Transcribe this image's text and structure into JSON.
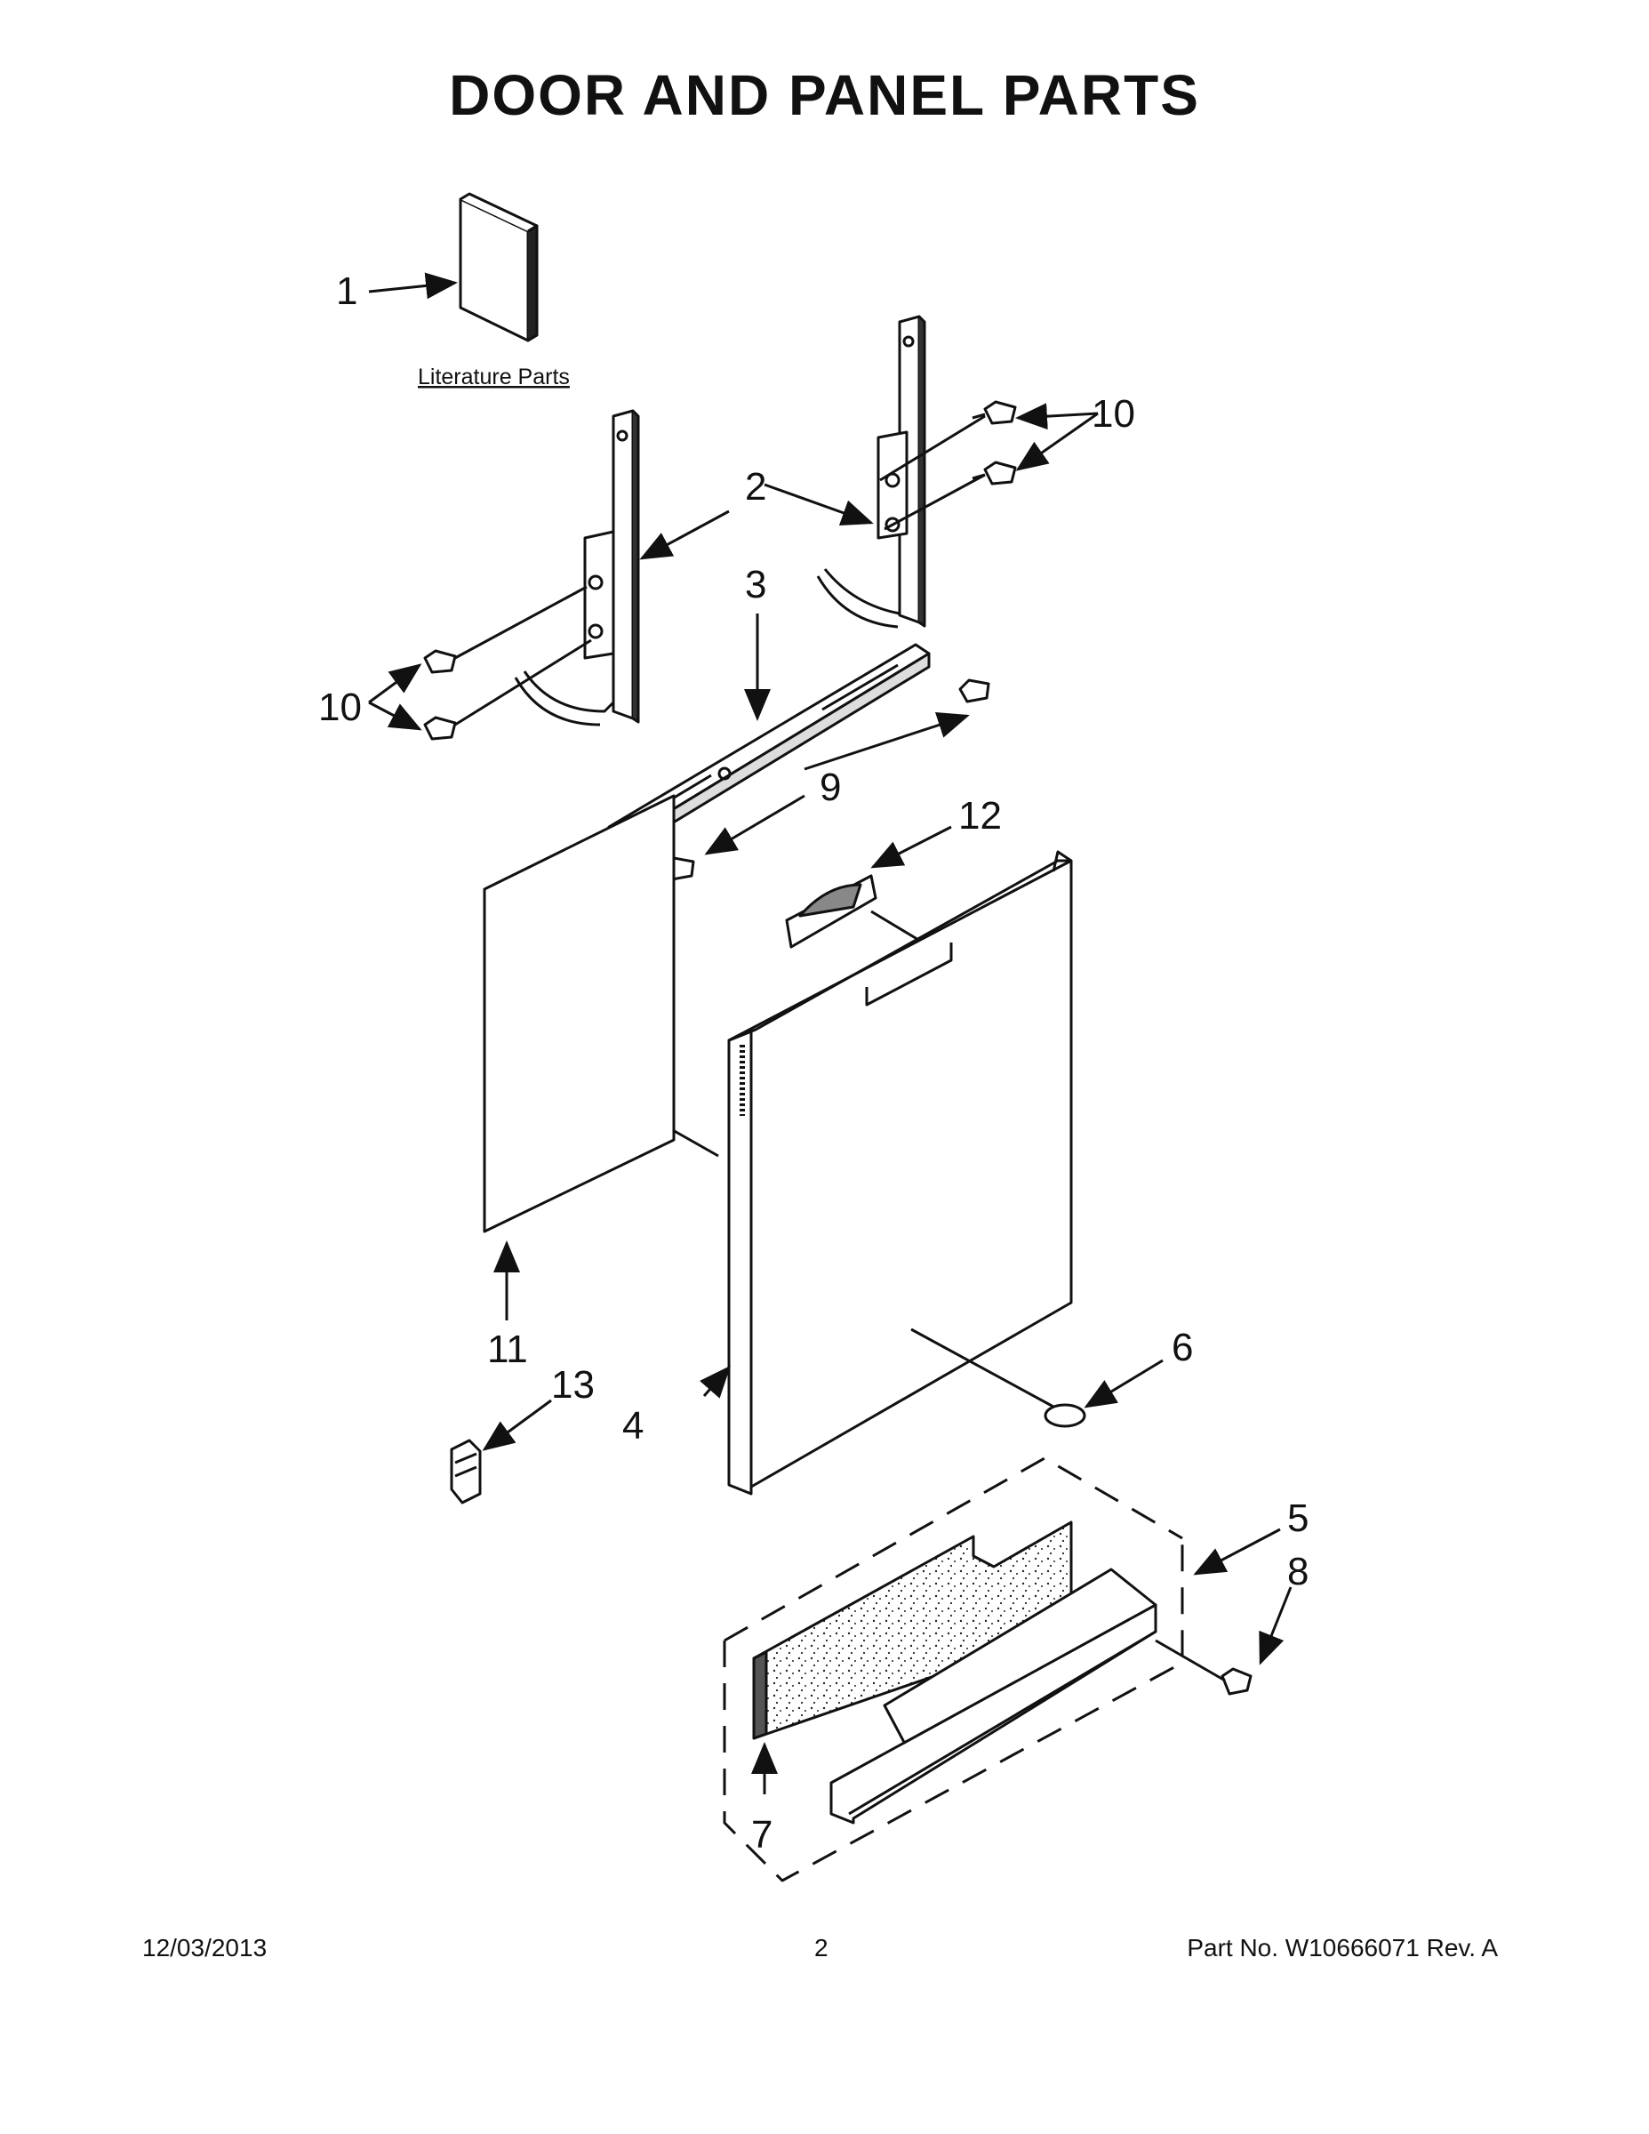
{
  "title": "DOOR AND PANEL PARTS",
  "literature_label": "Literature Parts",
  "callouts": {
    "c1": "1",
    "c2": "2",
    "c3": "3",
    "c4": "4",
    "c5": "5",
    "c6": "6",
    "c7": "7",
    "c8": "8",
    "c9": "9",
    "c10a": "10",
    "c10b": "10",
    "c11": "11",
    "c12": "12",
    "c13": "13"
  },
  "footer": {
    "date": "12/03/2013",
    "page": "2",
    "part_no": "Part No.  W10666071   Rev.  A"
  }
}
